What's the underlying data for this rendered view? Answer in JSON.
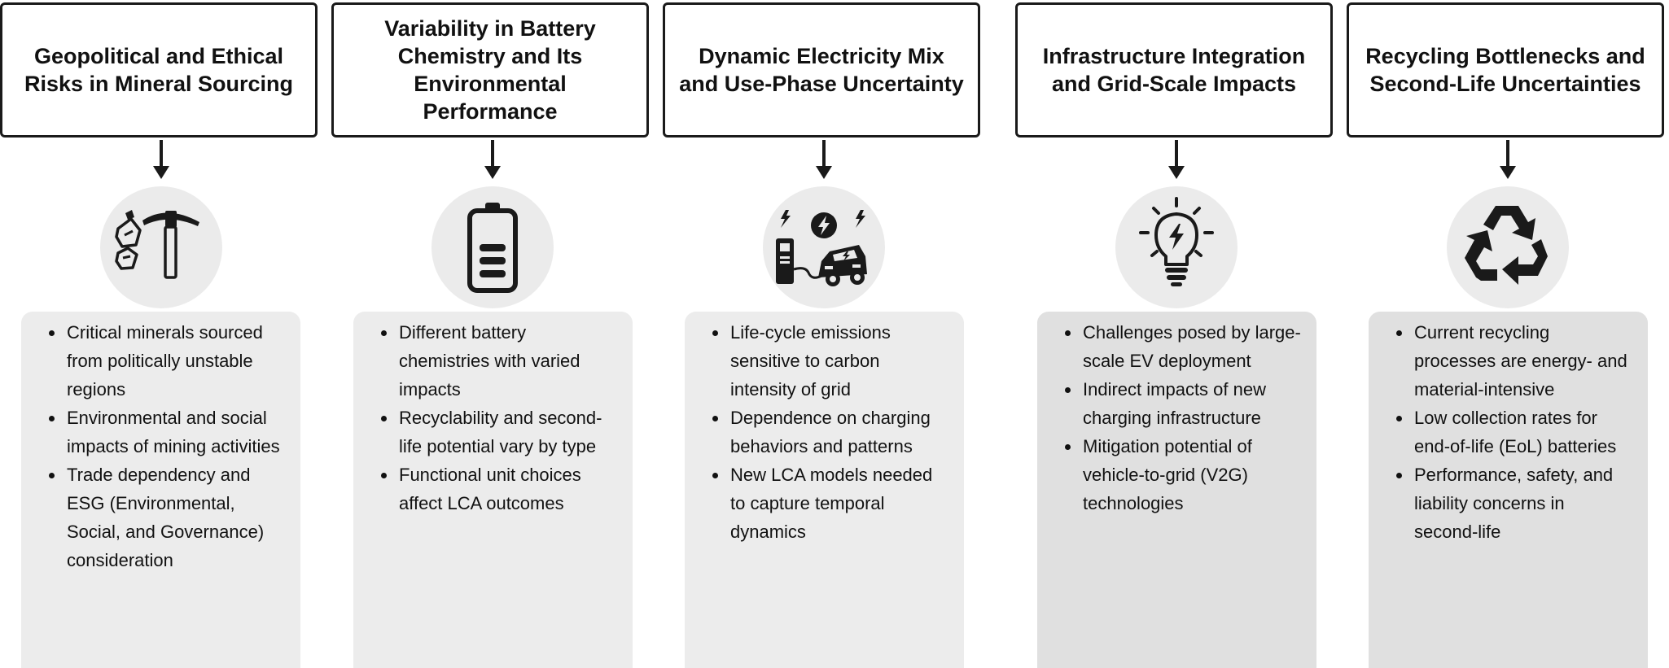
{
  "columns": [
    {
      "title": "Geopolitical and Ethical Risks in Mineral Sourcing",
      "icon": "pickaxe-icon",
      "items": [
        "Critical minerals sourced from politically unstable regions",
        "Environmental and social impacts of mining activities",
        "Trade dependency and ESG (Environmental, Social, and Governance) consideration"
      ]
    },
    {
      "title": "Variability in Battery Chemistry and Its Environmental Performance",
      "icon": "battery-icon",
      "items": [
        "Different battery chemistries with varied impacts",
        "Recyclability and second-life potential vary by type",
        "Functional unit choices affect LCA outcomes"
      ]
    },
    {
      "title": "Dynamic Electricity Mix and Use-Phase Uncertainty",
      "icon": "ev-charging-icon",
      "items": [
        "Life-cycle emissions sensitive to carbon intensity of grid",
        "Dependence on charging behaviors and patterns",
        "New LCA models needed to capture temporal dynamics"
      ]
    },
    {
      "title": "Infrastructure Integration and Grid-Scale Impacts",
      "icon": "lightbulb-icon",
      "items": [
        "Challenges posed by large-scale EV deployment",
        "Indirect impacts of new charging infrastructure",
        "Mitigation potential of vehicle-to-grid (V2G) technologies"
      ]
    },
    {
      "title": "Recycling Bottlenecks and Second-Life Uncertainties",
      "icon": "recycle-icon",
      "items": [
        "Current recycling processes are energy- and material-intensive",
        "Low collection rates for end-of-life (EoL) batteries",
        "Performance, safety, and liability concerns in second-life"
      ]
    }
  ]
}
